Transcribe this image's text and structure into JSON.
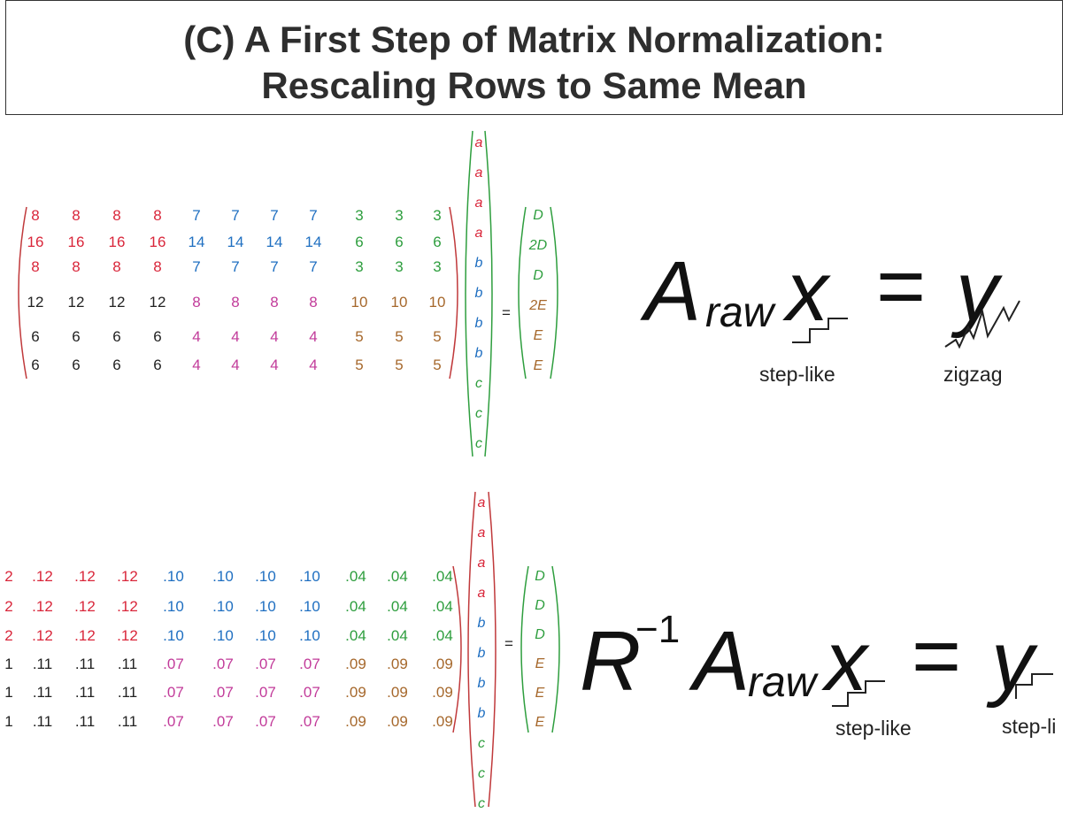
{
  "title": {
    "line1": "(C) A First Step of Matrix Normalization:",
    "line2": "Rescaling Rows to Same Mean"
  },
  "colors": {
    "red": "#d9263a",
    "blue": "#1f6fc1",
    "green": "#2e9e3e",
    "black": "#222222",
    "magenta": "#c23b9a",
    "brown": "#a6682c",
    "bracket": "#c0393b"
  },
  "top": {
    "matrix": [
      [
        "8",
        "8",
        "8",
        "8",
        "7",
        "7",
        "7",
        "7",
        "3",
        "3",
        "3"
      ],
      [
        "16",
        "16",
        "16",
        "16",
        "14",
        "14",
        "14",
        "14",
        "6",
        "6",
        "6"
      ],
      [
        "8",
        "8",
        "8",
        "8",
        "7",
        "7",
        "7",
        "7",
        "3",
        "3",
        "3"
      ],
      [
        "12",
        "12",
        "12",
        "12",
        "8",
        "8",
        "8",
        "8",
        "10",
        "10",
        "10"
      ],
      [
        "6",
        "6",
        "6",
        "6",
        "4",
        "4",
        "4",
        "4",
        "5",
        "5",
        "5"
      ],
      [
        "6",
        "6",
        "6",
        "6",
        "4",
        "4",
        "4",
        "4",
        "5",
        "5",
        "5"
      ]
    ],
    "vector_x": [
      "a",
      "a",
      "a",
      "a",
      "b",
      "b",
      "b",
      "b",
      "c",
      "c",
      "c"
    ],
    "vector_y": [
      "D",
      "2D",
      "D",
      "2E",
      "E",
      "E"
    ],
    "equals": "=",
    "formula": {
      "A": "A",
      "raw": "raw",
      "x": "x",
      "eq": "=",
      "y": "y"
    },
    "caption_x": "step-like",
    "caption_y": "zigzag"
  },
  "bottom": {
    "matrix": [
      [
        "2",
        ".12",
        ".12",
        ".12",
        ".10",
        ".10",
        ".10",
        ".10",
        ".04",
        ".04",
        ".04"
      ],
      [
        "2",
        ".12",
        ".12",
        ".12",
        ".10",
        ".10",
        ".10",
        ".10",
        ".04",
        ".04",
        ".04"
      ],
      [
        "2",
        ".12",
        ".12",
        ".12",
        ".10",
        ".10",
        ".10",
        ".10",
        ".04",
        ".04",
        ".04"
      ],
      [
        "1",
        ".11",
        ".11",
        ".11",
        ".07",
        ".07",
        ".07",
        ".07",
        ".09",
        ".09",
        ".09"
      ],
      [
        "1",
        ".11",
        ".11",
        ".11",
        ".07",
        ".07",
        ".07",
        ".07",
        ".09",
        ".09",
        ".09"
      ],
      [
        "1",
        ".11",
        ".11",
        ".11",
        ".07",
        ".07",
        ".07",
        ".07",
        ".09",
        ".09",
        ".09"
      ]
    ],
    "vector_x": [
      "a",
      "a",
      "a",
      "a",
      "b",
      "b",
      "b",
      "b",
      "c",
      "c",
      "c"
    ],
    "vector_y": [
      "D",
      "D",
      "D",
      "E",
      "E",
      "E"
    ],
    "equals": "=",
    "formula": {
      "R": "R",
      "inv": "−1",
      "A": "A",
      "raw": "raw",
      "x": "x",
      "eq": "=",
      "y": "y"
    },
    "caption_x": "step-like",
    "caption_y": "step-li"
  }
}
